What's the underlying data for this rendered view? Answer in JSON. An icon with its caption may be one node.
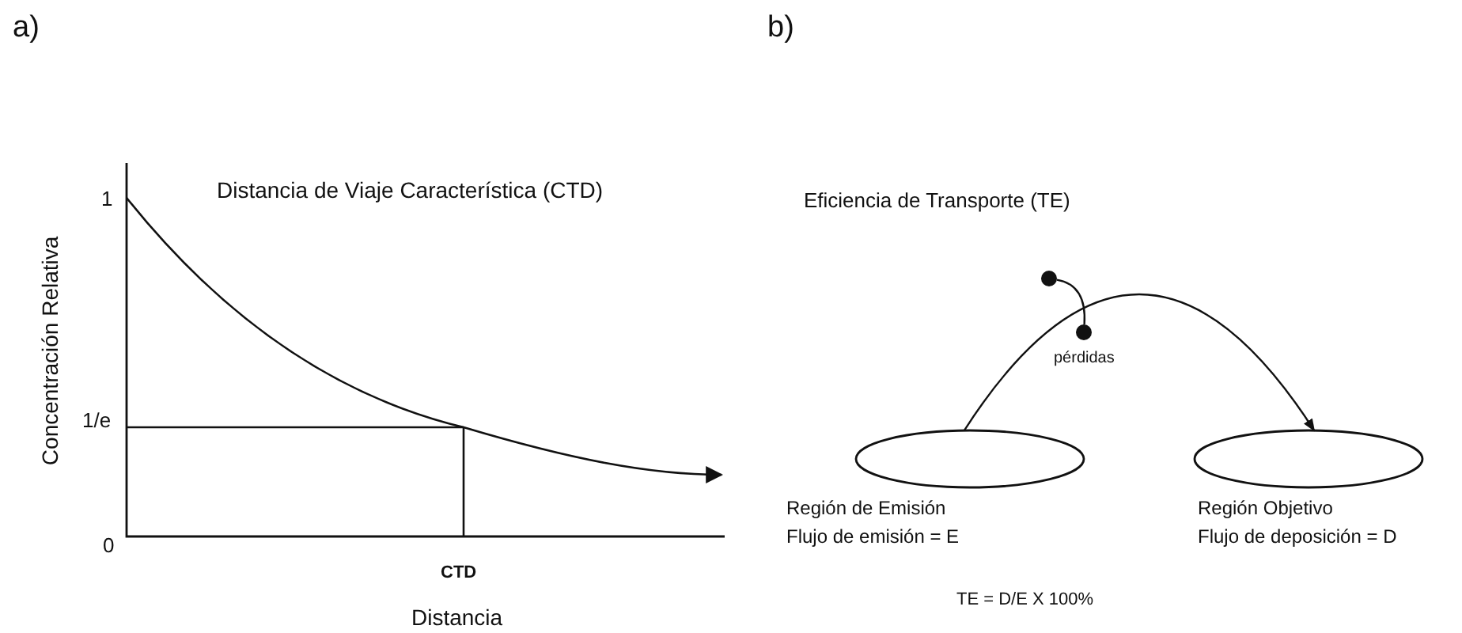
{
  "diagram": {
    "nodes": [
      {
        "text": [],
        "shape": "circle"
      },
      {
        "text": [],
        "shape": "circle",
        "beside": [
          "pérdidas"
        ]
      },
      {
        "text": [
          "Región de Emisión",
          "Flujo de emisión = E"
        ]
      },
      {
        "text": [
          "Región Objetivo",
          "Flujo de deposición = D"
        ]
      }
    ],
    "edges": [
      {
        "from": 2,
        "to": 3,
        "arrow": "to"
      },
      {
        "from": 0,
        "to": 1,
        "arrow": "none"
      }
    ],
    "labels": [
      "a)",
      "b)",
      "Distancia de Viaje Característica (CTD)",
      "Eficiencia de Transporte (TE)",
      "1",
      "Concentración Relativa",
      "1/e",
      "0",
      "CTD",
      "Distancia",
      "TE = D/E X 100%"
    ]
  }
}
